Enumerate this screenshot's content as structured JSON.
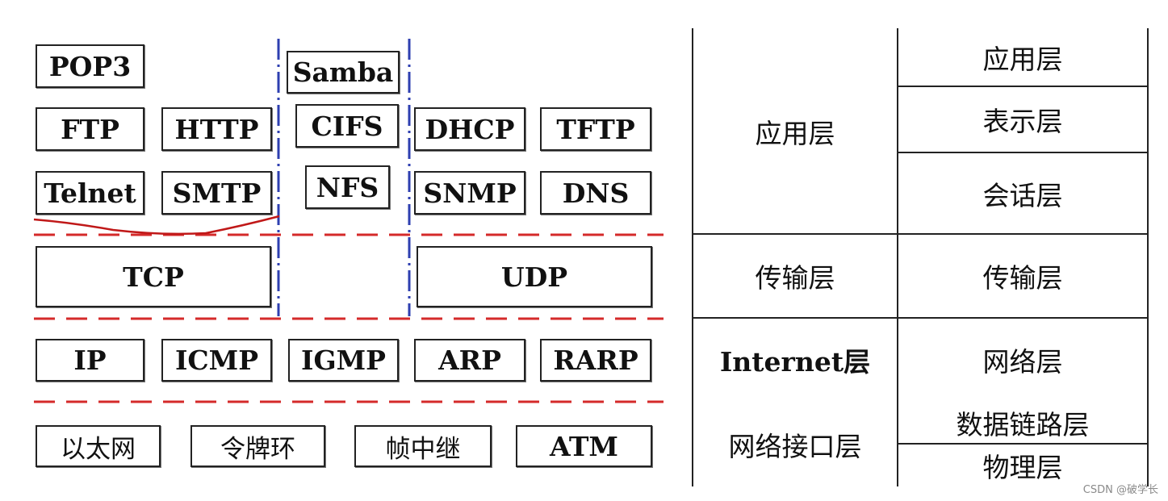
{
  "protocols": {
    "pop3": "POP3",
    "samba": "Samba",
    "ftp": "FTP",
    "http": "HTTP",
    "cifs": "CIFS",
    "dhcp": "DHCP",
    "tftp": "TFTP",
    "telnet": "Telnet",
    "smtp": "SMTP",
    "nfs": "NFS",
    "snmp": "SNMP",
    "dns": "DNS",
    "tcp": "TCP",
    "udp": "UDP",
    "ip": "IP",
    "icmp": "ICMP",
    "igmp": "IGMP",
    "arp": "ARP",
    "rarp": "RARP",
    "ethernet": "以太网",
    "token_ring": "令牌环",
    "frame_relay": "帧中继",
    "atm": "ATM"
  },
  "tcpip_layers": {
    "application": "应用层",
    "transport": "传输层",
    "internet": "Internet层",
    "network_interface": "网络接口层"
  },
  "osi_layers": {
    "application": "应用层",
    "presentation": "表示层",
    "session": "会话层",
    "transport": "传输层",
    "network": "网络层",
    "data_link": "数据链路层",
    "physical": "物理层"
  },
  "colors": {
    "separator_red": "#d42a2a",
    "separator_blue": "#2e3fb0",
    "line_dark": "#222222"
  },
  "watermark": "CSDN @破学长"
}
